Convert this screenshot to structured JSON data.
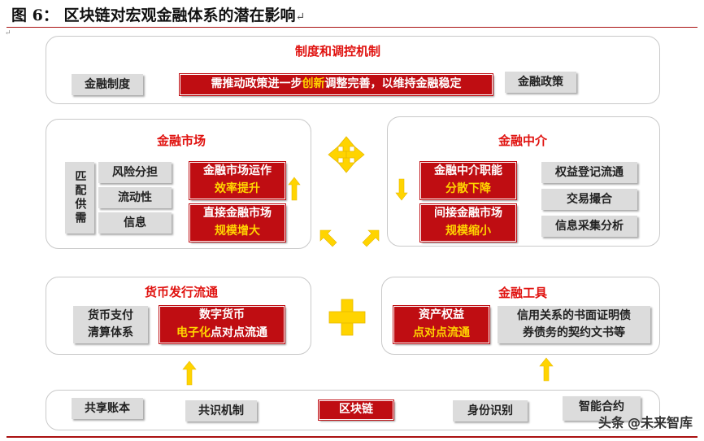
{
  "figure": {
    "title": "图 6：  区块链对宏观金融体系的潜在影响",
    "return_mark": "↵"
  },
  "top_panel": {
    "title": "制度和调控机制",
    "left_box": "金融制度",
    "center_pre": "需推动政策进一步",
    "center_hl": "创新",
    "center_post": "调整完善，以维持金融稳定",
    "right_box": "金融政策"
  },
  "market_panel": {
    "title": "金融市场",
    "vertical_box": "匹配供需",
    "risk": "风险分担",
    "liquidity": "流动性",
    "info": "信息",
    "red1_line1": "金融市场运作",
    "red1_line2": "效率提升",
    "red2_line1": "直接金融市场",
    "red2_line2": "规模增大"
  },
  "intermediary_panel": {
    "title": "金融中介",
    "red1_line1": "金融中介职能",
    "red1_line2": "分散下降",
    "red2_line1": "间接金融市场",
    "red2_line2": "规模缩小",
    "rights": "权益登记流通",
    "trade": "交易撮合",
    "info_analysis": "信息采集分析"
  },
  "currency_panel": {
    "title": "货币发行流通",
    "gray_line1": "货币支付",
    "gray_line2": "清算体系",
    "red_line1": "数字货币",
    "red_hl": "电子化",
    "red_post": "点对点流通"
  },
  "tools_panel": {
    "title": "金融工具",
    "red_line1": "资产权益",
    "red_line2": "点对点流通",
    "gray_line1": "信用关系的书面证明债",
    "gray_line2": "券债务的契约文书等"
  },
  "bottom_panel": {
    "shared_ledger": "共享账本",
    "consensus": "共识机制",
    "blockchain": "区块链",
    "identity": "身份识别",
    "smart_contract": "智能合约"
  },
  "watermark": {
    "brand": "头条",
    "account": "@未来智库"
  },
  "colors": {
    "red_box": "#bf0d12",
    "title_red": "#e0110e",
    "arrow_yellow": "#ffd400",
    "gray_box": "#dcdcdc",
    "panel_border": "#c9c9c9"
  }
}
